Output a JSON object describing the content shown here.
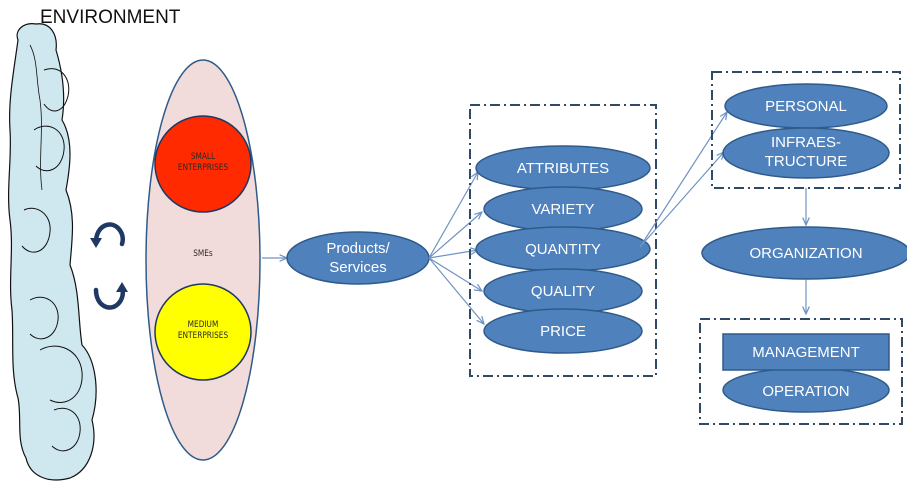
{
  "environment": {
    "title": "ENVIRONMENT"
  },
  "smes": {
    "center_label": "SMEs",
    "small": "SMALL\nENTERPRISES",
    "medium": "MEDIUM\nENTERPRISES"
  },
  "products": {
    "label": "Products/\nServices"
  },
  "attributes_group": {
    "items": [
      "ATTRIBUTES",
      "VARIETY",
      "QUANTITY",
      "QUALITY",
      "PRICE"
    ]
  },
  "resources_group": {
    "items": [
      "PERSONAL",
      "INFRAES-\nTRUCTURE"
    ]
  },
  "organization": {
    "label": "ORGANIZATION"
  },
  "management_group": {
    "management": "MANAGEMENT",
    "operation": "OPERATION"
  },
  "colors": {
    "shape_fill": "#4f81bd",
    "shape_stroke": "#2f5b8a",
    "sme_fill": "#f2dcdb",
    "small_fill": "#ff2a00",
    "medium_fill": "#ffff00",
    "environment_fill": "#cfe8ef",
    "dashed_border": "#2e4a66",
    "arrow": "#6f93c2",
    "cycle_arrow": "#1f3864"
  },
  "icons": [
    "cycle-arrow-top-icon",
    "cycle-arrow-bottom-icon"
  ]
}
